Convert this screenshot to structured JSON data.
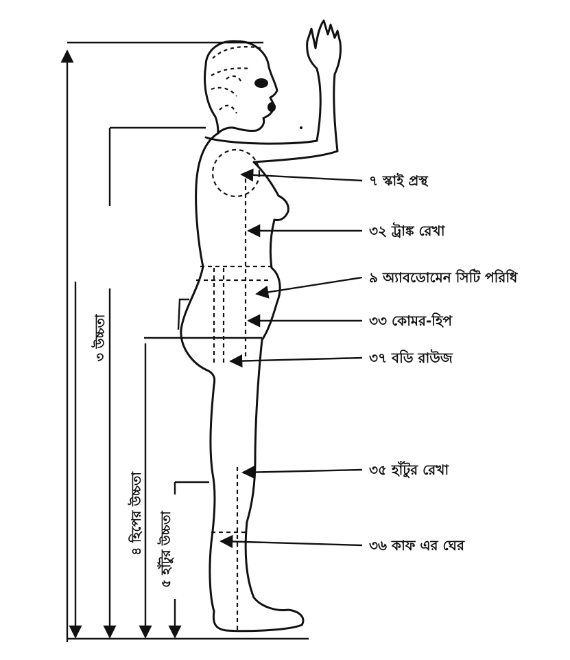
{
  "labels": {
    "l7": "৭ স্কাই প্রস্থ",
    "l32": "৩২ ট্রাঙ্ক রেখা",
    "l9": "৯ অ্যাবডোমেন সিটি পরিধি",
    "l33": "৩৩ কোমর-হিপ",
    "l37": "৩৭ বডি রাউজ",
    "l35": "৩৫ হাঁটুর রেখা",
    "l36": "৩৬ কাফ এর ঘের"
  },
  "vertical_labels": {
    "height": "৩ উচ্চতা",
    "hip_height": "৪ হিপের উচ্চতা",
    "knee_height": "৫ হাঁটুর উচ্চতা"
  },
  "colors": {
    "ink": "#111111",
    "paper": "#ffffff"
  }
}
